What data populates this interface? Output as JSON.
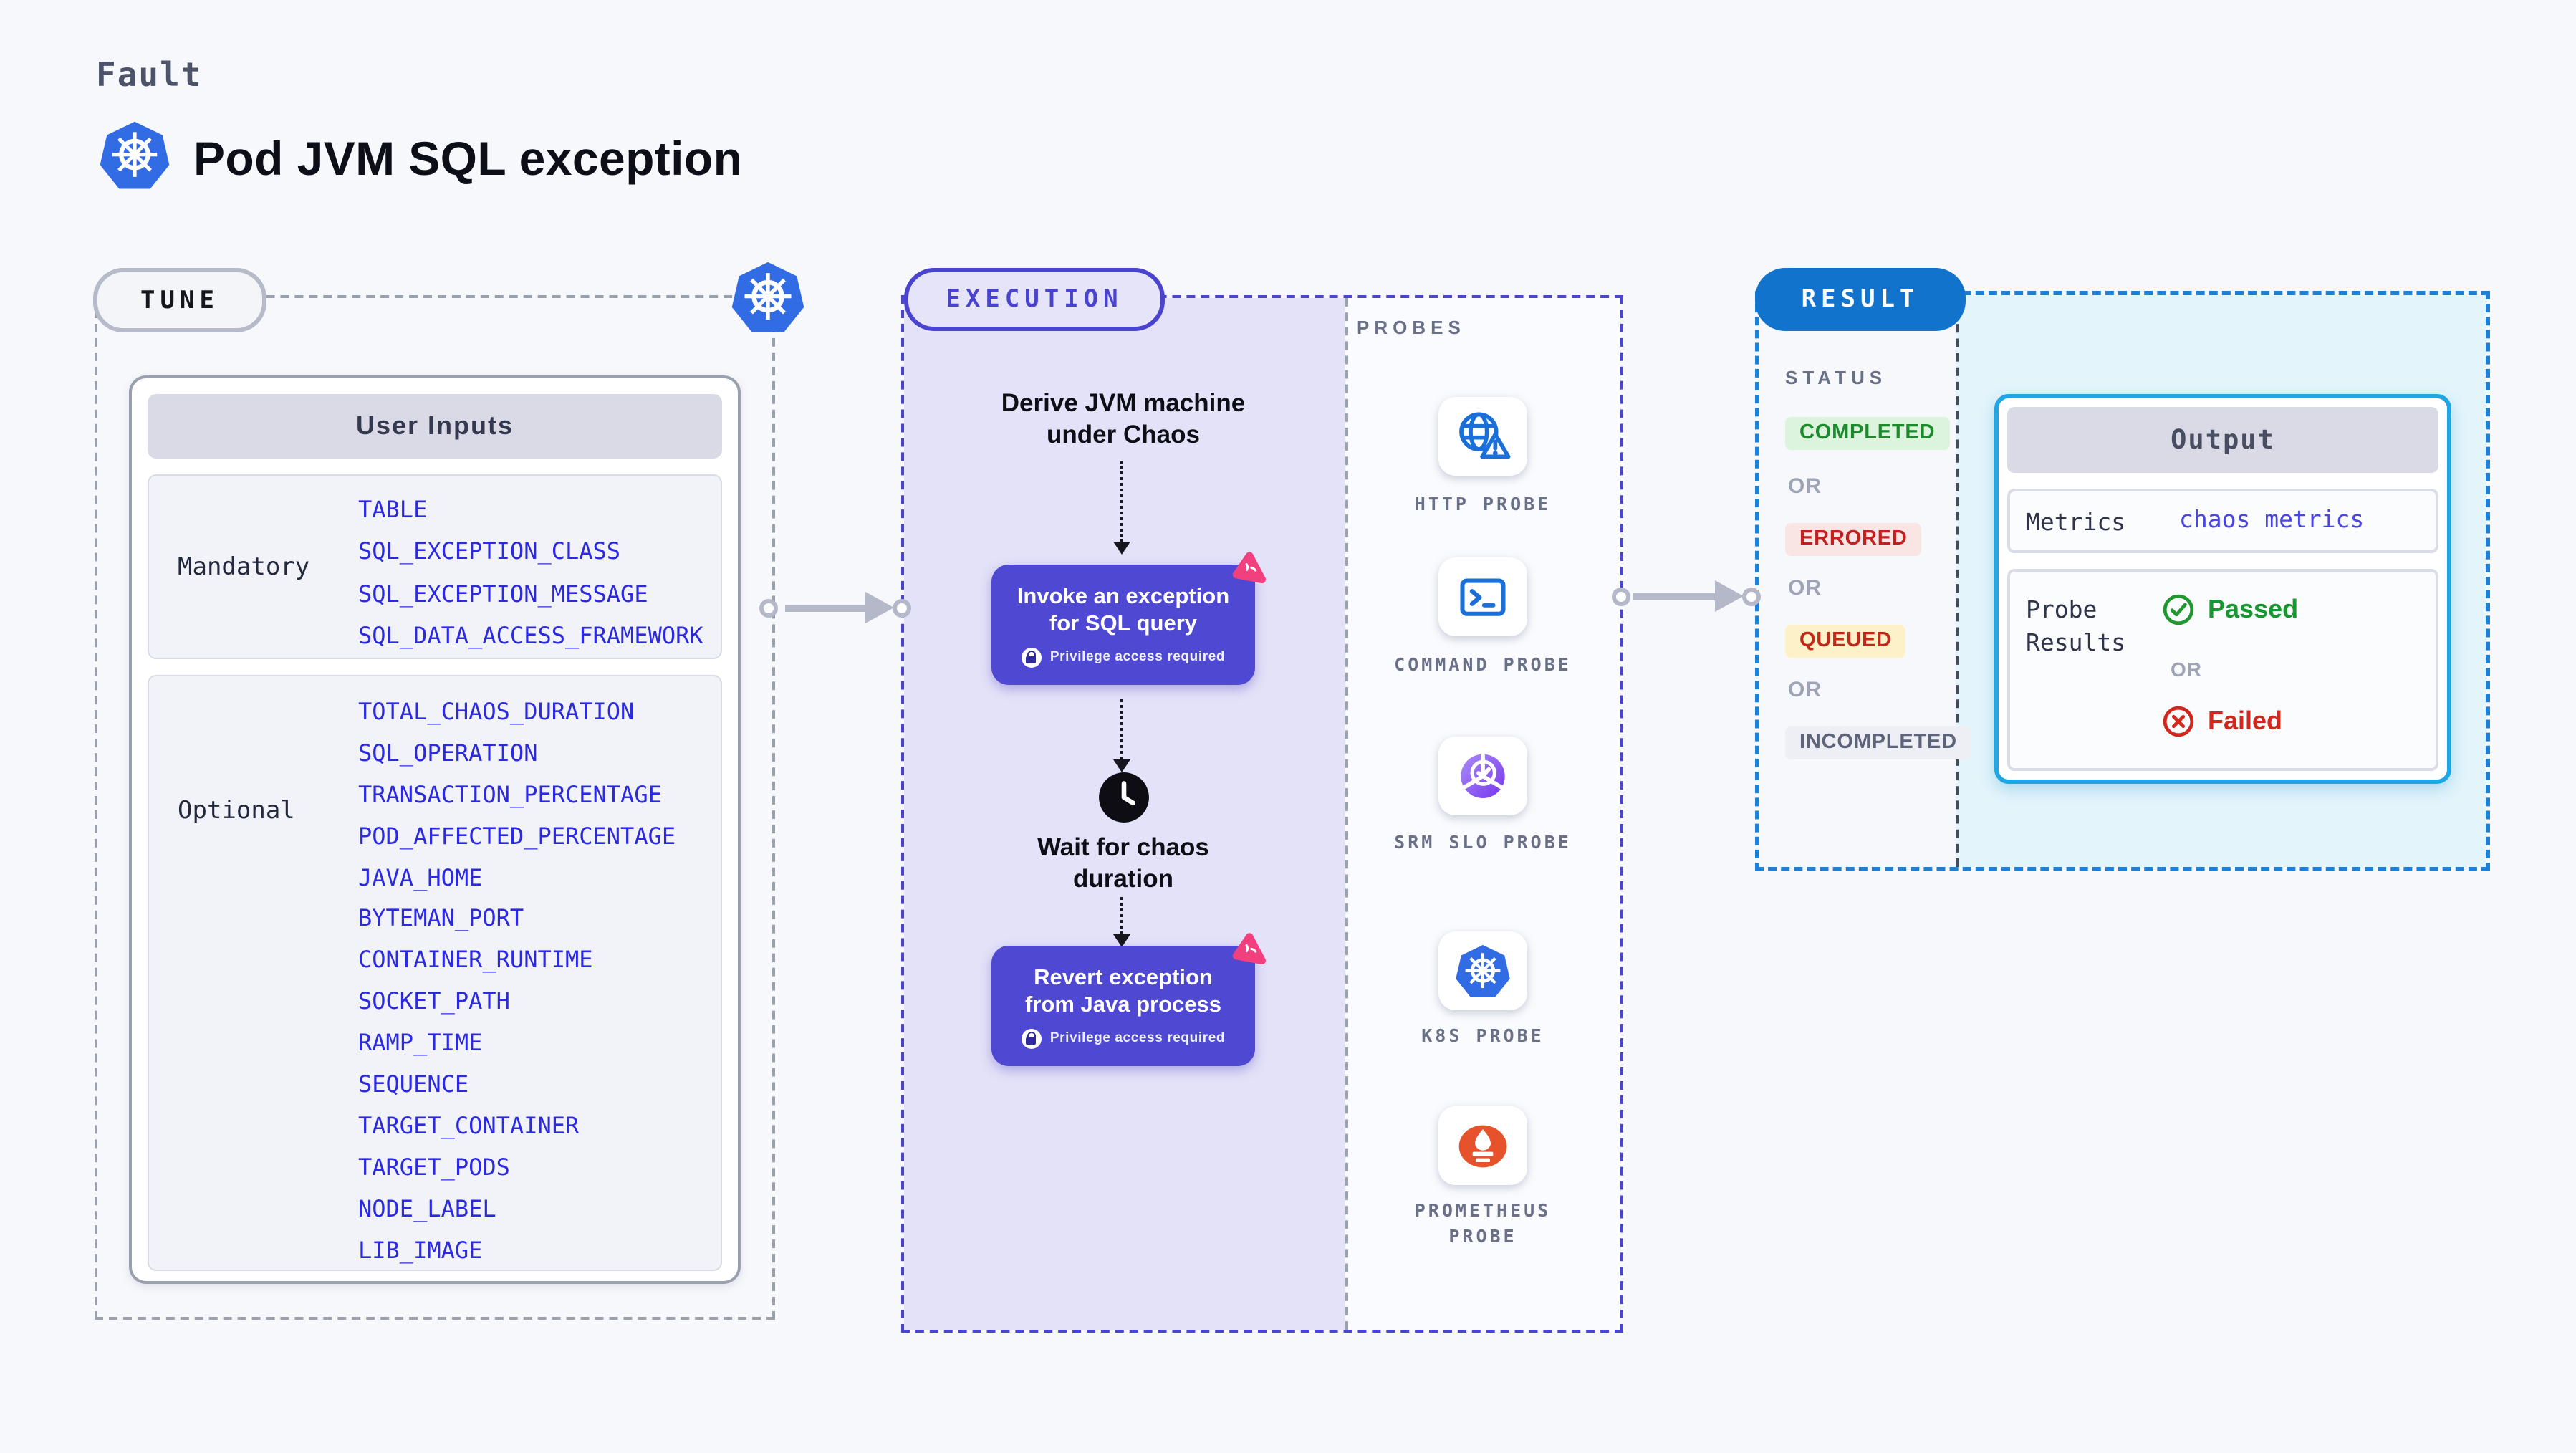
{
  "header": {
    "eyebrow": "Fault",
    "title": "Pod JVM SQL exception"
  },
  "tune": {
    "pill_label": "TUNE",
    "user_inputs": {
      "header": "User Inputs",
      "mandatory_label": "Mandatory",
      "mandatory": [
        "TABLE",
        "SQL_EXCEPTION_CLASS",
        "SQL_EXCEPTION_MESSAGE",
        "SQL_DATA_ACCESS_FRAMEWORK"
      ],
      "optional_label": "Optional",
      "optional": [
        "TOTAL_CHAOS_DURATION",
        "SQL_OPERATION",
        "TRANSACTION_PERCENTAGE",
        "POD_AFFECTED_PERCENTAGE",
        "JAVA_HOME",
        "BYTEMAN_PORT",
        "CONTAINER_RUNTIME",
        "SOCKET_PATH",
        "RAMP_TIME",
        "SEQUENCE",
        "TARGET_CONTAINER",
        "TARGET_PODS",
        "NODE_LABEL",
        "LIB_IMAGE"
      ]
    }
  },
  "execution": {
    "pill_label": "EXECUTION",
    "derive_step": "Derive JVM machine under Chaos",
    "invoke_box": {
      "title": "Invoke an exception for SQL query",
      "note": "Privilege access required"
    },
    "wait_step": "Wait for chaos duration",
    "revert_box": {
      "title": "Revert exception from Java process",
      "note": "Privilege access required"
    }
  },
  "probes": {
    "section_label": "PROBES",
    "items": [
      {
        "label": "HTTP PROBE",
        "icon": "globe-alert-icon"
      },
      {
        "label": "COMMAND PROBE",
        "icon": "terminal-icon"
      },
      {
        "label": "SRM SLO PROBE",
        "icon": "slo-pie-icon"
      },
      {
        "label": "K8S PROBE",
        "icon": "kubernetes-icon"
      },
      {
        "label": "PROMETHEUS PROBE",
        "icon": "prometheus-icon"
      }
    ]
  },
  "result": {
    "pill_label": "RESULT",
    "status_label": "STATUS",
    "or_label": "OR",
    "statuses": [
      {
        "label": "COMPLETED",
        "text_color": "#1d8a2e",
        "bg": "#dcf3dd"
      },
      {
        "label": "ERRORED",
        "text_color": "#c22120",
        "bg": "#fae5e5"
      },
      {
        "label": "QUEUED",
        "text_color": "#c02a1b",
        "bg": "#fcf1c8"
      },
      {
        "label": "INCOMPLETED",
        "text_color": "#5d6479",
        "bg": "#edeff5"
      }
    ],
    "output": {
      "header": "Output",
      "metrics_label": "Metrics",
      "metrics_value": "chaos metrics",
      "probe_results_label": "Probe Results",
      "passed_label": "Passed",
      "or_label": "OR",
      "failed_label": "Failed"
    }
  },
  "colors": {
    "page_bg": "#f7f8fc",
    "execution_fill": "#e4e2f8",
    "execution_border": "#4a45cc",
    "process_box": "#4f48d2",
    "result_border": "#1e80d4",
    "result_fill": "#e3f4fb",
    "result_pill": "#1273cc",
    "param_link": "#2b2ae2",
    "kubernetes_blue": "#326ce5",
    "prometheus_orange": "#e6522c",
    "badge_pink": "#f23f7d"
  }
}
